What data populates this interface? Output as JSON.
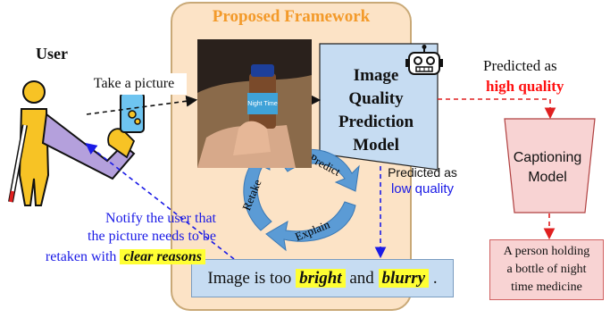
{
  "framework": {
    "title": "Proposed Framework"
  },
  "user": {
    "title": "User",
    "take_picture": "Take a picture"
  },
  "model": {
    "line1": "Image",
    "line2": "Quality",
    "line3": "Prediction",
    "line4": "Model"
  },
  "high": {
    "line1": "Predicted as",
    "line2": "high quality"
  },
  "low": {
    "line1": "Predicted as",
    "line2": "low quality"
  },
  "captioning": {
    "line1": "Captioning",
    "line2": "Model"
  },
  "caption": {
    "line1": "A person holding",
    "line2": "a bottle of night",
    "line3": "time medicine"
  },
  "cycle": {
    "predict": "Predict",
    "explain": "Explain",
    "retake": "Retake"
  },
  "feedback": {
    "prefix": "Image is too",
    "word1": "bright",
    "middle": "and",
    "word2": "blurry",
    "suffix": "."
  },
  "notify": {
    "line1": "Notify the user that",
    "line2": "the picture needs to be",
    "line3_prefix": "retaken with",
    "line3_highlight": "clear reasons"
  },
  "bottle_label": "Night Time",
  "colors": {
    "framework_bg": "#fce3c6",
    "framework_title": "#f39a2a",
    "model_box": "#c6dcf2",
    "captioning_box": "#f8d3d3",
    "highlight": "#ffff33",
    "high_quality": "#ff1010",
    "low_quality": "#1a1ae6"
  },
  "icons": [
    "robot-icon",
    "blind-user-icon",
    "white-cane-icon",
    "smartphone-icon"
  ]
}
